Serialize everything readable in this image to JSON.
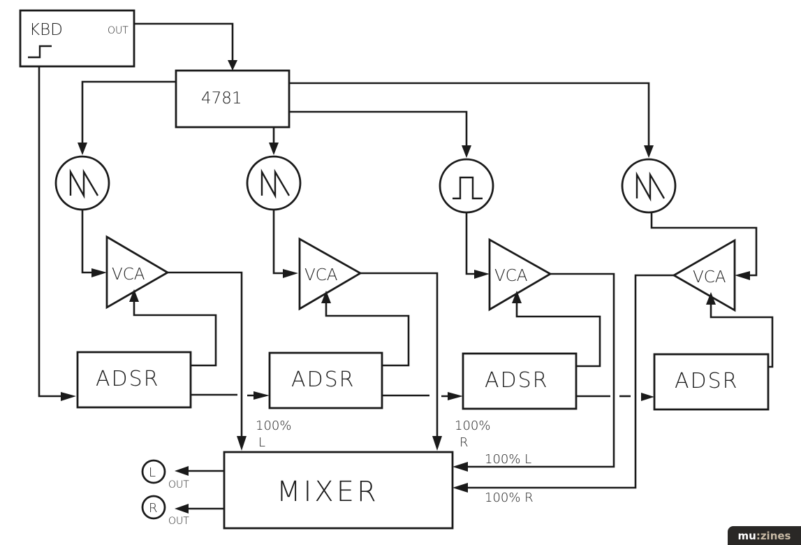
{
  "diagram": {
    "type": "block-diagram",
    "subject": "Synthesizer voice block diagram",
    "keyboard": {
      "label": "KBD",
      "output_label": "OUT",
      "gate_icon": "step-pulse-icon"
    },
    "divider": {
      "label": "4781"
    },
    "oscillators": [
      {
        "waveform": "sawtooth",
        "icon": "sawtooth-wave-icon"
      },
      {
        "waveform": "sawtooth",
        "icon": "sawtooth-wave-icon"
      },
      {
        "waveform": "pulse",
        "icon": "pulse-wave-icon"
      },
      {
        "waveform": "sawtooth",
        "icon": "sawtooth-wave-icon"
      }
    ],
    "vcas": [
      {
        "label": "VCA"
      },
      {
        "label": "VCA"
      },
      {
        "label": "VCA"
      },
      {
        "label": "VCA"
      }
    ],
    "envelopes": [
      {
        "label": "ADSR"
      },
      {
        "label": "ADSR"
      },
      {
        "label": "ADSR"
      },
      {
        "label": "ADSR"
      }
    ],
    "mixer": {
      "label": "MIXER",
      "inputs": [
        {
          "percent": "100%",
          "channel": "L"
        },
        {
          "percent": "100%",
          "channel": "R"
        },
        {
          "label": "100% L"
        },
        {
          "label": "100% R"
        }
      ],
      "outputs": [
        {
          "channel": "L",
          "label": "OUT"
        },
        {
          "channel": "R",
          "label": "OUT"
        }
      ]
    }
  },
  "watermark": {
    "part1": "mu",
    "part2": ":zines"
  }
}
